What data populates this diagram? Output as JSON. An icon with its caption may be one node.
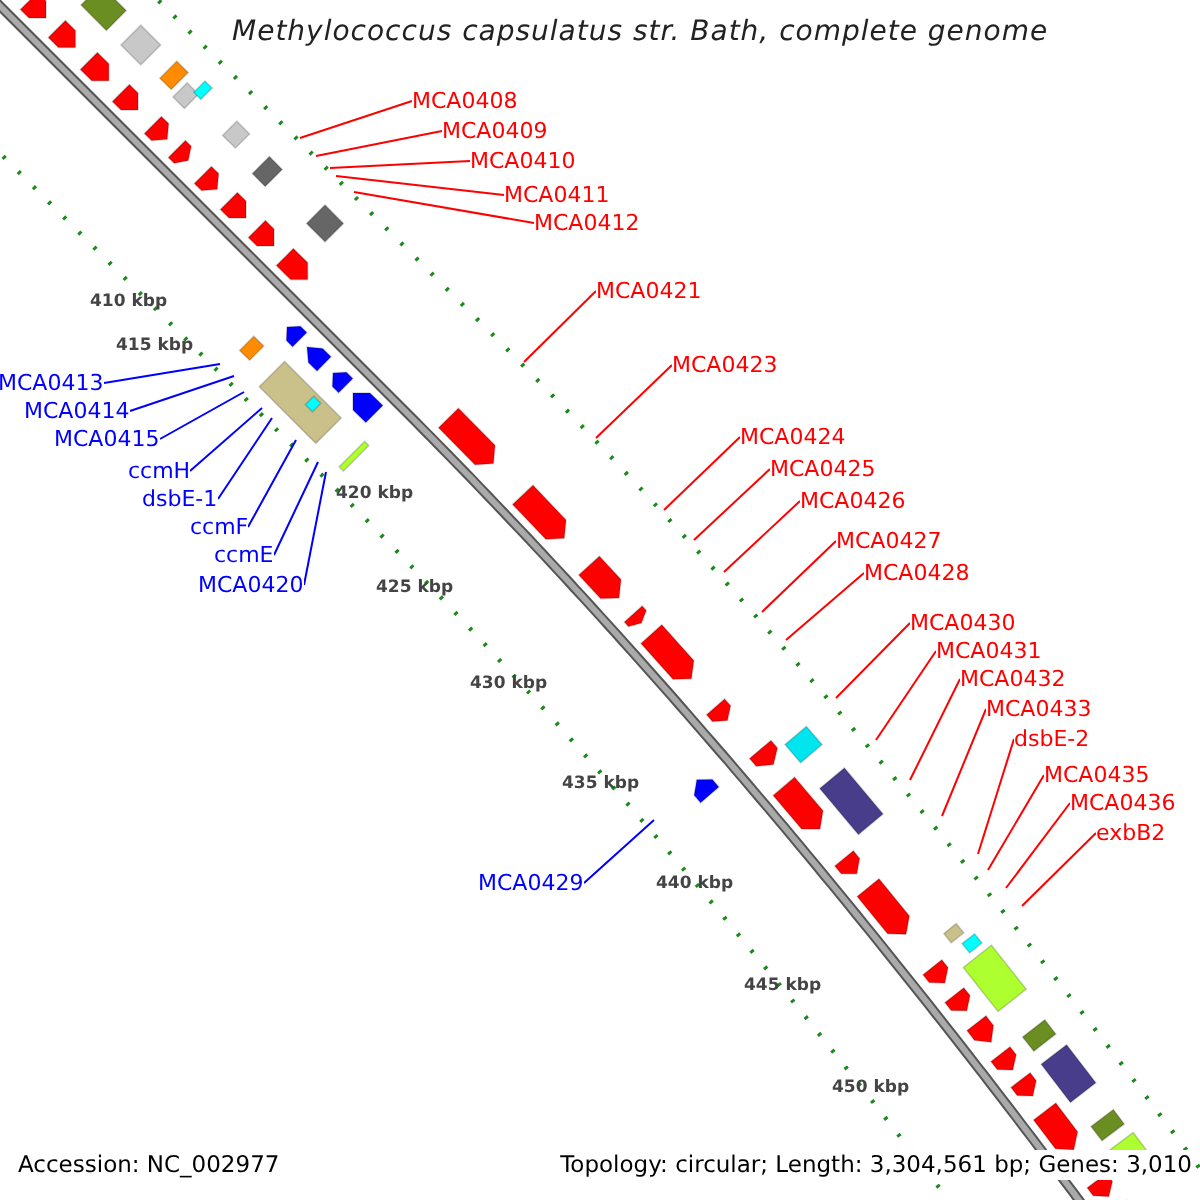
{
  "diagram": {
    "title": "Methylococcus capsulatus str. Bath, complete genome",
    "nodes": [
      {
        "text": [
          "MCA0408"
        ]
      },
      {
        "text": [
          "MCA0409"
        ]
      },
      {
        "text": [
          "MCA0410"
        ]
      },
      {
        "text": [
          "MCA0411"
        ]
      },
      {
        "text": [
          "MCA0412"
        ]
      },
      {
        "text": [
          "MCA0413"
        ]
      },
      {
        "text": [
          "MCA0414"
        ]
      },
      {
        "text": [
          "MCA0415"
        ]
      },
      {
        "text": [
          "ccmH"
        ]
      },
      {
        "text": [
          "dsbE-1"
        ]
      },
      {
        "text": [
          "ccmF"
        ]
      },
      {
        "text": [
          "ccmE"
        ]
      },
      {
        "text": [
          "MCA0420"
        ]
      },
      {
        "text": [
          "MCA0421"
        ]
      },
      {
        "text": [
          "MCA0423"
        ]
      },
      {
        "text": [
          "MCA0424"
        ]
      },
      {
        "text": [
          "MCA0425"
        ]
      },
      {
        "text": [
          "MCA0426"
        ]
      },
      {
        "text": [
          "MCA0427"
        ]
      },
      {
        "text": [
          "MCA0428"
        ]
      },
      {
        "text": [
          "MCA0429"
        ]
      },
      {
        "text": [
          "MCA0430"
        ]
      },
      {
        "text": [
          "MCA0431"
        ]
      },
      {
        "text": [
          "MCA0432"
        ]
      },
      {
        "text": [
          "MCA0433"
        ]
      },
      {
        "text": [
          "dsbE-2"
        ]
      },
      {
        "text": [
          "MCA0435"
        ]
      },
      {
        "text": [
          "MCA0436"
        ]
      },
      {
        "text": [
          "exbB2"
        ]
      }
    ],
    "edges": [
      {
        "from": 0,
        "to": null,
        "arrow": "none"
      },
      {
        "from": 1,
        "to": null,
        "arrow": "none"
      },
      {
        "from": 2,
        "to": null,
        "arrow": "none"
      },
      {
        "from": 3,
        "to": null,
        "arrow": "none"
      },
      {
        "from": 4,
        "to": null,
        "arrow": "none"
      },
      {
        "from": 5,
        "to": null,
        "arrow": "none",
        "color": "#0000ff"
      },
      {
        "from": 6,
        "to": null,
        "arrow": "none",
        "color": "#0000ff"
      },
      {
        "from": 7,
        "to": null,
        "arrow": "none",
        "color": "#0000ff"
      },
      {
        "from": 8,
        "to": null,
        "arrow": "none",
        "color": "#0000ff"
      },
      {
        "from": 9,
        "to": null,
        "arrow": "none",
        "color": "#0000ff"
      },
      {
        "from": 10,
        "to": null,
        "arrow": "none",
        "color": "#0000ff"
      },
      {
        "from": 11,
        "to": null,
        "arrow": "none",
        "color": "#0000ff"
      },
      {
        "from": 12,
        "to": null,
        "arrow": "none",
        "color": "#0000ff"
      },
      {
        "from": 13,
        "to": null,
        "arrow": "none"
      },
      {
        "from": 14,
        "to": null,
        "arrow": "none"
      },
      {
        "from": 15,
        "to": null,
        "arrow": "none"
      },
      {
        "from": 16,
        "to": null,
        "arrow": "none"
      },
      {
        "from": 17,
        "to": null,
        "arrow": "none"
      },
      {
        "from": 18,
        "to": null,
        "arrow": "none"
      },
      {
        "from": 19,
        "to": null,
        "arrow": "none"
      },
      {
        "from": 20,
        "to": null,
        "arrow": "none",
        "color": "#0000ff"
      },
      {
        "from": 21,
        "to": null,
        "arrow": "none"
      },
      {
        "from": 22,
        "to": null,
        "arrow": "none"
      },
      {
        "from": 23,
        "to": null,
        "arrow": "none"
      },
      {
        "from": 24,
        "to": null,
        "arrow": "none"
      },
      {
        "from": 25,
        "to": null,
        "arrow": "none"
      },
      {
        "from": 26,
        "to": null,
        "arrow": "none"
      },
      {
        "from": 27,
        "to": null,
        "arrow": "none"
      },
      {
        "from": 28,
        "to": null,
        "arrow": "none"
      }
    ],
    "labels": [
      "410 kbp",
      "415 kbp",
      "420 kbp",
      "425 kbp",
      "430 kbp",
      "435 kbp",
      "440 kbp",
      "445 kbp",
      "450 kbp",
      "Accession: NC_002977",
      "Topology: circular; Length: 3,304,561 bp; Genes: 3,010"
    ]
  }
}
